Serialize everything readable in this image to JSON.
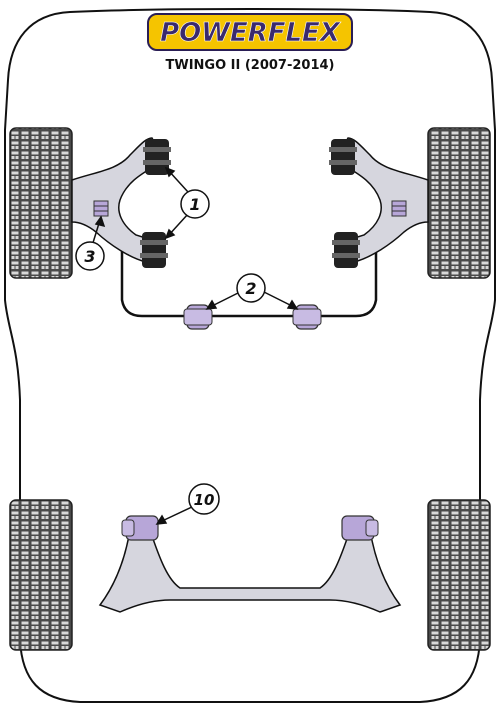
{
  "brand": {
    "logo_text": "POWERFLEX",
    "colors": {
      "logo_bg": "#f5c400",
      "logo_text": "#3a2a6e"
    }
  },
  "model": {
    "title": "TWINGO II (2007-2014)"
  },
  "callouts": [
    {
      "id": "1",
      "label": "1"
    },
    {
      "id": "2",
      "label": "2"
    },
    {
      "id": "3",
      "label": "3"
    },
    {
      "id": "10",
      "label": "10"
    }
  ],
  "colors": {
    "outline": "#111111",
    "tyre": "#555555",
    "tyre_tread": "#cfcfcf",
    "arm_fill": "#d6d6de",
    "bush_purple": "#b7a6d8",
    "bush_black": "#222222"
  }
}
